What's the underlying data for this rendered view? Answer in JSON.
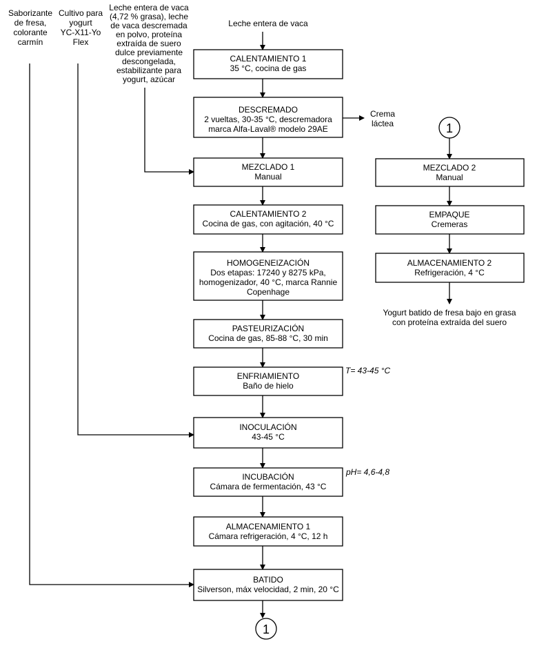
{
  "inputs": {
    "saborizante": [
      "Saborizante",
      "de fresa,",
      "colorante",
      "carmín"
    ],
    "cultivo": [
      "Cultivo para",
      "yogurt",
      "YC-X11-Yo",
      "Flex"
    ],
    "ingredientes": [
      "Leche entera de vaca",
      "(4,72 % grasa), leche",
      "de vaca descremada",
      "en polvo, proteína",
      "extraída de suero",
      "dulce previamente",
      "descongelada,",
      "estabilizante para",
      "yogurt, azúcar"
    ],
    "leche": "Leche entera de vaca"
  },
  "main_steps": [
    {
      "title": "CALENTAMIENTO 1",
      "lines": [
        "35 °C, cocina de gas"
      ]
    },
    {
      "title": "DESCREMADO",
      "lines": [
        "2 vueltas, 30-35 °C, descremadora",
        "marca Alfa-Laval® modelo 29AE"
      ]
    },
    {
      "title": "MEZCLADO 1",
      "lines": [
        "Manual"
      ]
    },
    {
      "title": "CALENTAMIENTO 2",
      "lines": [
        "Cocina de gas, con agitación, 40 °C"
      ]
    },
    {
      "title": "HOMOGENEIZACIÓN",
      "lines": [
        "Dos etapas: 17240 y 8275 kPa,",
        "homogenizador, 40 °C, marca Rannie",
        "Copenhage"
      ]
    },
    {
      "title": "PASTEURIZACIÓN",
      "lines": [
        "Cocina de gas, 85-88 °C, 30 min"
      ]
    },
    {
      "title": "ENFRIAMIENTO",
      "lines": [
        "Baño de hielo"
      ]
    },
    {
      "title": "INOCULACIÓN",
      "lines": [
        "43-45 °C"
      ]
    },
    {
      "title": "INCUBACIÓN",
      "lines": [
        "Cámara de fermentación, 43 °C"
      ]
    },
    {
      "title": "ALMACENAMIENTO 1",
      "lines": [
        "Cámara refrigeración, 4 °C, 12 h"
      ]
    },
    {
      "title": "BATIDO",
      "lines": [
        "Silverson, máx velocidad, 2 min, 20 °C"
      ]
    }
  ],
  "side_output": [
    "Crema",
    "láctea"
  ],
  "annotations": {
    "temperature": "T= 43-45 °C",
    "ph": "pH= 4,6-4,8"
  },
  "connector": "1",
  "right_steps": [
    {
      "title": "MEZCLADO 2",
      "lines": [
        "Manual"
      ]
    },
    {
      "title": "EMPAQUE",
      "lines": [
        "Cremeras"
      ]
    },
    {
      "title": "ALMACENAMIENTO 2",
      "lines": [
        "Refrigeración, 4 °C"
      ]
    }
  ],
  "final_product": [
    "Yogurt batido de fresa bajo en grasa",
    "con proteína extraída del suero"
  ]
}
